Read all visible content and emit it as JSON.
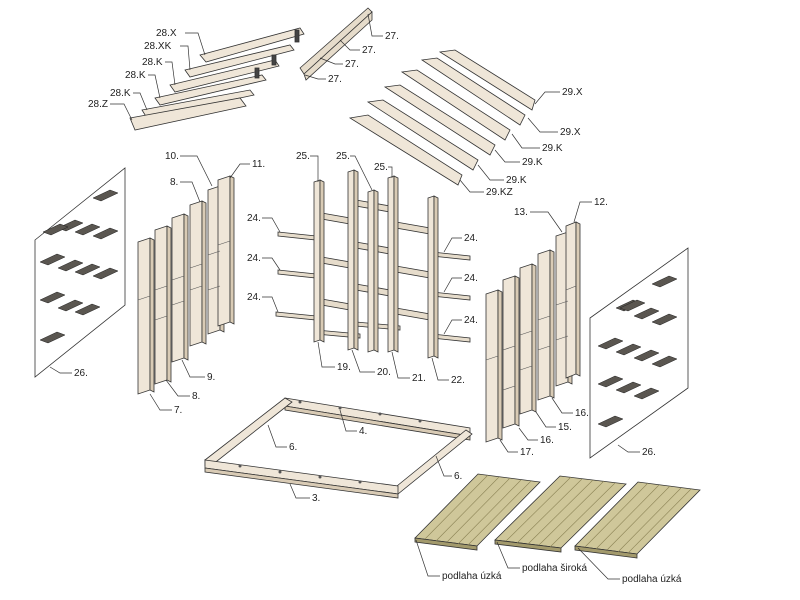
{
  "diagram": {
    "part_labels": {
      "l28x": "28.X",
      "l28xk": "28.XK",
      "l28k_a": "28.K",
      "l28k_b": "28.K",
      "l28k_c": "28.K",
      "l28z": "28.Z",
      "l27_a": "27.",
      "l27_b": "27.",
      "l27_c": "27.",
      "l27_d": "27.",
      "l29x_a": "29.X",
      "l29x_b": "29.X",
      "l29k_a": "29.K",
      "l29k_b": "29.K",
      "l29k_c": "29.K",
      "l29kz": "29.KZ",
      "l10": "10.",
      "l11": "11.",
      "l8_top": "8.",
      "l9": "9.",
      "l8_bot": "8.",
      "l7": "7.",
      "l25_a": "25.",
      "l25_b": "25.",
      "l25_c": "25.",
      "l24_a": "24.",
      "l24_b": "24.",
      "l24_c": "24.",
      "l24_d": "24.",
      "l24_e": "24.",
      "l24_f": "24.",
      "l19": "19.",
      "l20": "20.",
      "l21": "21.",
      "l22": "22.",
      "l13": "13.",
      "l12": "12.",
      "l16_a": "16.",
      "l15": "15.",
      "l16_b": "16.",
      "l17": "17.",
      "l26_left": "26.",
      "l26_right": "26.",
      "l4": "4.",
      "l6_a": "6.",
      "l6_b": "6.",
      "l3": "3."
    },
    "floor_labels": {
      "floor_narrow_left": "podlaha úzká",
      "floor_wide": "podlaha široká",
      "floor_narrow_right": "podlaha úzká"
    },
    "colors": {
      "wood": "#efe6d8",
      "wood_side": "#d9cbb5",
      "wood_dark": "#c4b296",
      "outline": "#333333",
      "floor": "#cfc79a",
      "floor_dark": "#a39a6c",
      "tile": "#5a5650",
      "leader": "#333333"
    }
  }
}
